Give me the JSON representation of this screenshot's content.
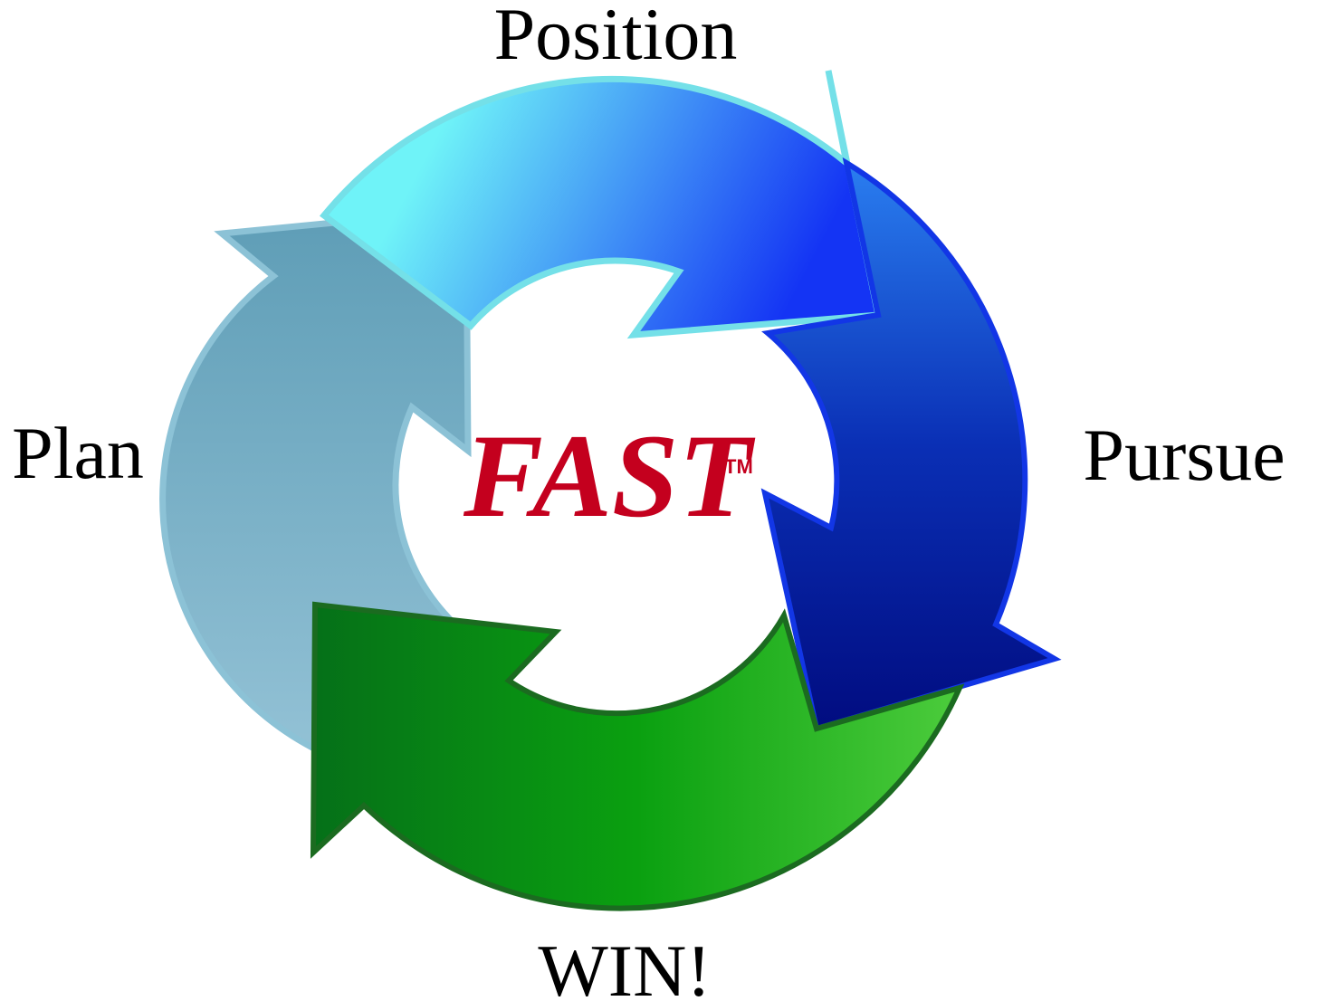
{
  "steps": {
    "position": "Position",
    "pursue": "Pursue",
    "win": "WIN!",
    "plan": "Plan"
  },
  "center": {
    "brand": "FAST",
    "trademark": "TM"
  },
  "colors": {
    "brand_red": "#c4001e",
    "plan_arrow": "#6aa5bd",
    "position_arrow_start": "#6ff3f8",
    "position_arrow_end": "#1f3cf2",
    "pursue_arrow_start": "#2a7ef0",
    "pursue_arrow_end": "#01108a",
    "win_arrow_start": "#05761a",
    "win_arrow_end": "#4ccc3c"
  }
}
